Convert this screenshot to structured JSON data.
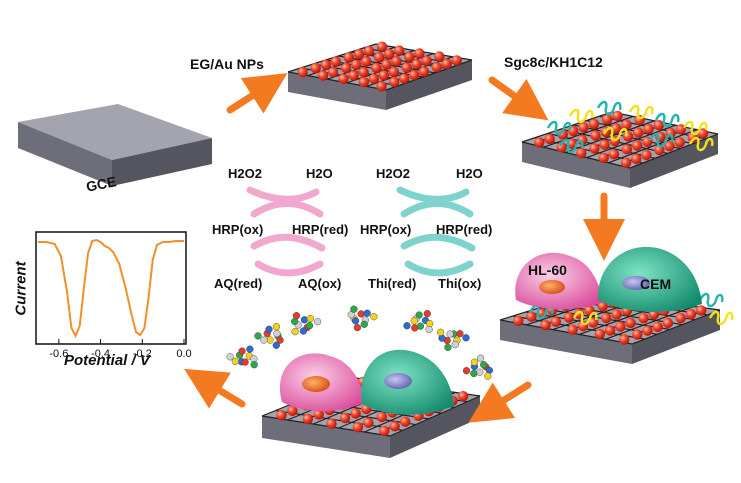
{
  "labels": {
    "step1": "EG/Au NPs",
    "step2": "Sgc8c/KH1C12",
    "electrode": "GCE",
    "cell1": "HL-60",
    "cell2": "CEM"
  },
  "reaction_cycles": {
    "left": {
      "top_left": "H2O2",
      "top_right": "H2O",
      "mid_left": "HRP(ox)",
      "mid_right": "HRP(red)",
      "bottom_left": "AQ(red)",
      "bottom_right": "AQ(ox)"
    },
    "right": {
      "top_left": "H2O2",
      "top_right": "H2O",
      "mid_left": "HRP(ox)",
      "mid_right": "HRP(red)",
      "bottom_left": "Thi(red)",
      "bottom_right": "Thi(ox)"
    }
  },
  "colors": {
    "arrow": "#f47a22",
    "slab_top": "#9a9aa6",
    "slab_side": "#5e5e6a",
    "gold": "#e83a28",
    "hl60": "#e66aa8",
    "cem": "#1fa884",
    "cycle_pink": "#f0a8cf",
    "cycle_teal": "#7fd3cf",
    "curve": "#f0902a"
  },
  "chart_data": {
    "type": "line",
    "title": "",
    "xlabel": "Potential / V",
    "ylabel": "Current",
    "xlim": [
      -0.7,
      0.0
    ],
    "x_ticks": [
      "-0.6",
      "-0.4",
      "-0.2",
      "0.0"
    ],
    "series": [
      {
        "x": [
          -0.7,
          -0.66,
          -0.62,
          -0.59,
          -0.56,
          -0.54,
          -0.52,
          -0.5,
          -0.48,
          -0.46,
          -0.44,
          -0.42,
          -0.4,
          -0.38,
          -0.36,
          -0.34,
          -0.31,
          -0.28,
          -0.25,
          -0.23,
          -0.21,
          -0.19,
          -0.17,
          -0.15,
          -0.13,
          -0.1,
          -0.07,
          -0.04,
          0.0
        ],
        "y": [
          0.96,
          0.96,
          0.94,
          0.82,
          0.45,
          0.1,
          0.02,
          0.12,
          0.5,
          0.85,
          0.97,
          0.98,
          0.96,
          0.92,
          0.9,
          0.86,
          0.74,
          0.5,
          0.22,
          0.06,
          0.03,
          0.1,
          0.4,
          0.78,
          0.93,
          0.96,
          0.96,
          0.97,
          0.97
        ]
      }
    ]
  }
}
